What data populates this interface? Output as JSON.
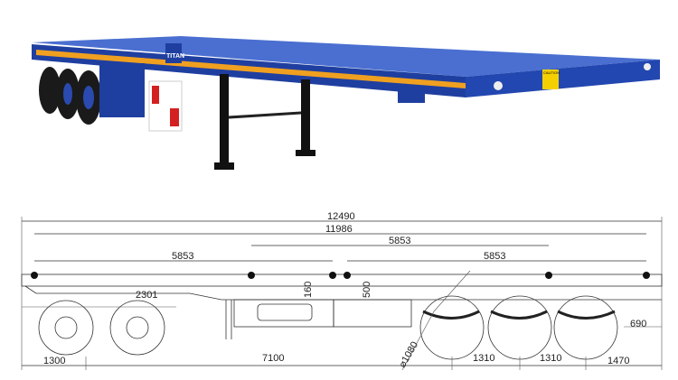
{
  "photo": {
    "brand_logo": "TITAN",
    "caution_label": "CAUTION",
    "colors": {
      "body": "#1f3fa0",
      "deck": "#4a6fd0",
      "stripe": "#f0a020",
      "tire": "#1a1a1a",
      "reflector_red": "#d42020"
    }
  },
  "drawing": {
    "overall_length": "12490",
    "deck_length": "11986",
    "container_spacing_mid": "5853",
    "container_spacing_left": "5853",
    "container_spacing_right": "5853",
    "kingpin_offset": "2301",
    "frame_height_front": "160",
    "frame_height_main": "500",
    "rear_height": "690",
    "front_overhang": "1300",
    "kingpin_to_axle": "7100",
    "tire_diameter": "⌀1080",
    "axle_spacing_1": "1310",
    "axle_spacing_2": "1310",
    "rear_overhang": "1470"
  }
}
